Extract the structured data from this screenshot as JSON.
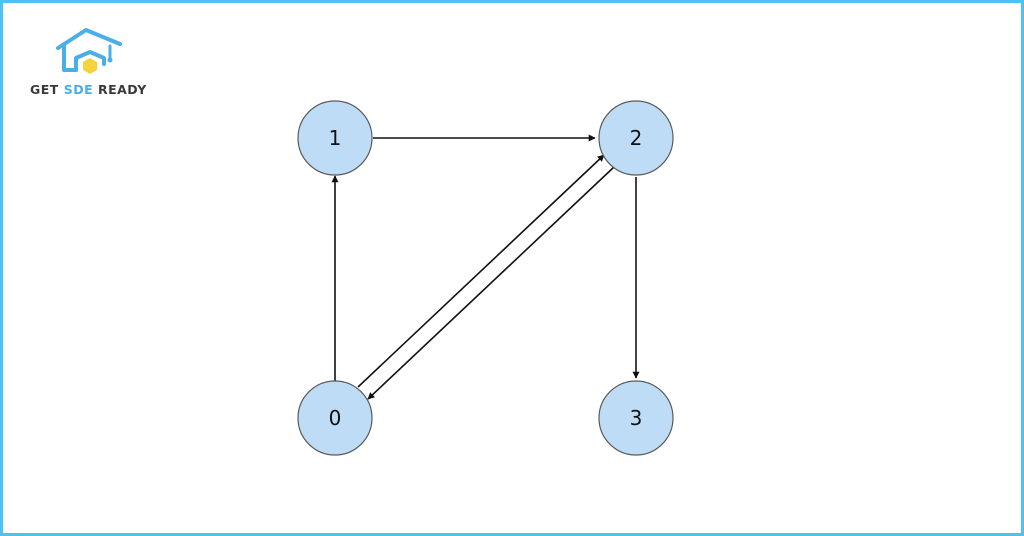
{
  "brand": {
    "logo_word_1": "GET",
    "logo_word_2": "SDE",
    "logo_word_3": "READY",
    "accent_color": "#4aaee8",
    "hex_color": "#f5d33c",
    "logo_icon": "graduation-cap-house-icon"
  },
  "graph": {
    "node_fill": "#bfdcf7",
    "node_stroke": "#5a5a5a",
    "edge_color": "#111111",
    "nodes": [
      {
        "id": "0",
        "label": "0"
      },
      {
        "id": "1",
        "label": "1"
      },
      {
        "id": "2",
        "label": "2"
      },
      {
        "id": "3",
        "label": "3"
      }
    ],
    "edges": [
      {
        "from": "0",
        "to": "1"
      },
      {
        "from": "1",
        "to": "2"
      },
      {
        "from": "0",
        "to": "2"
      },
      {
        "from": "2",
        "to": "0"
      },
      {
        "from": "2",
        "to": "3"
      }
    ]
  }
}
